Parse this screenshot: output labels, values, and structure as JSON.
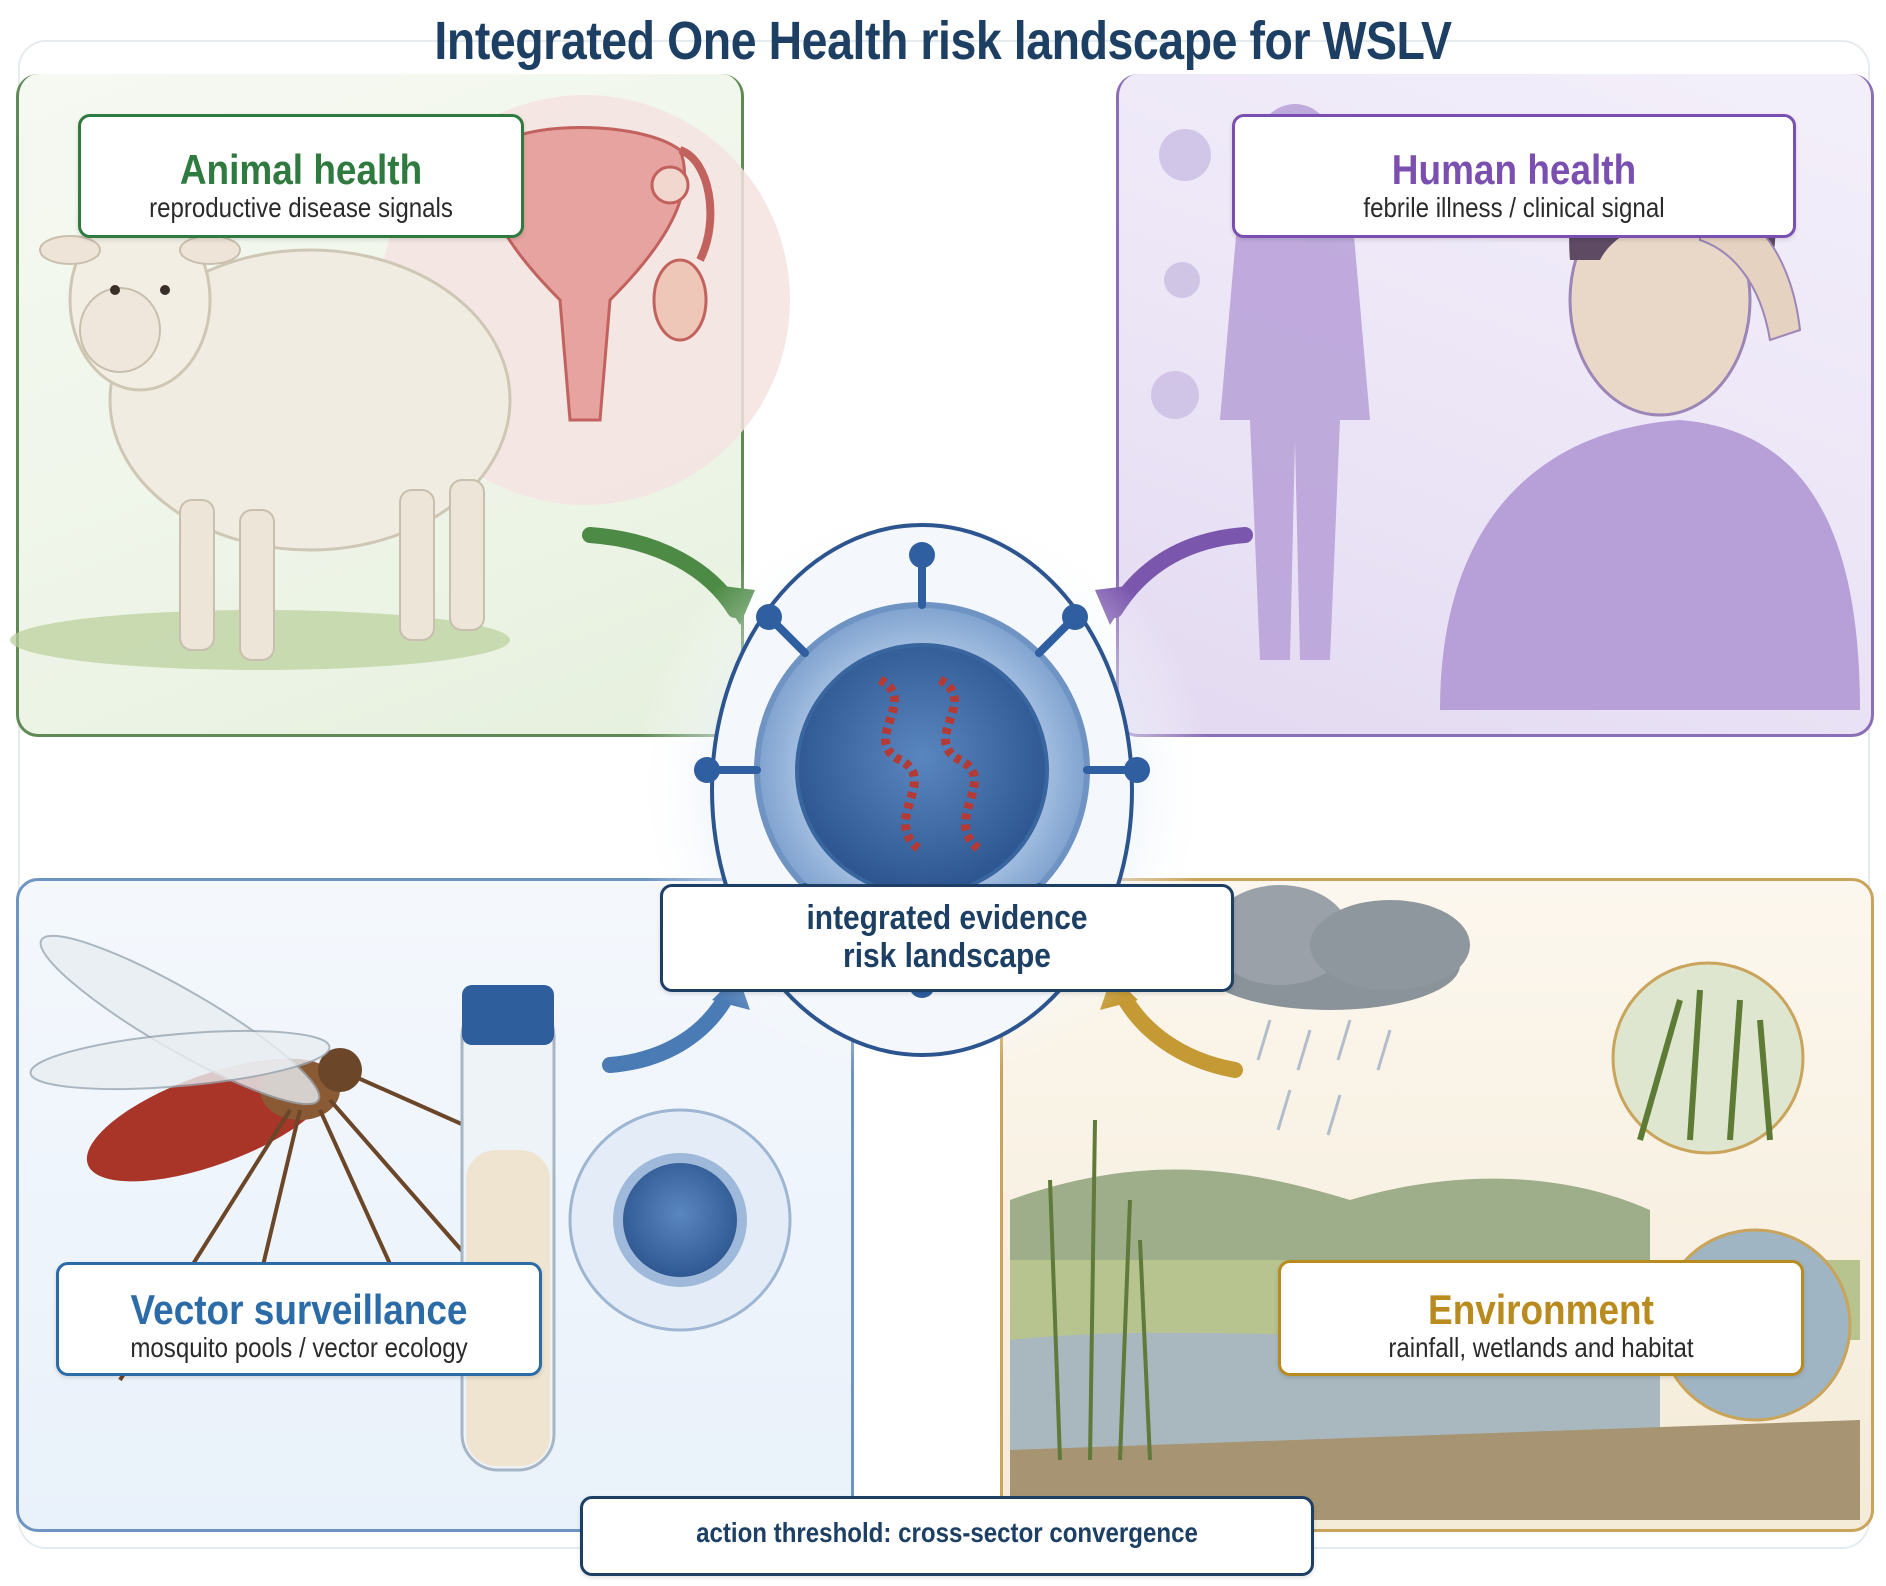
{
  "title": "Integrated One Health risk landscape for WSLV",
  "panels": {
    "animal": {
      "title": "Animal health",
      "subtitle": "reproductive disease signals",
      "color": "#2f7a3f"
    },
    "human": {
      "title": "Human health",
      "subtitle": "febrile illness / clinical signal",
      "color": "#7a4fb0"
    },
    "vector": {
      "title": "Vector surveillance",
      "subtitle": "mosquito pools / vector ecology",
      "color": "#2b6ca8"
    },
    "environment": {
      "title": "Environment",
      "subtitle": "rainfall, wetlands and habitat",
      "color": "#b98b1e"
    }
  },
  "center": {
    "line1": "integrated evidence",
    "line2": "risk landscape",
    "color": "#1c3f63"
  },
  "threshold": "action threshold: cross-sector convergence",
  "icons": [
    "sheep-illustration",
    "uterus-illustration",
    "human-silhouette",
    "ill-person-illustration",
    "virus-particle",
    "mosquito-illustration",
    "sample-tube",
    "rain-cloud",
    "wetland-landscape",
    "grass-inset",
    "water-inset"
  ]
}
